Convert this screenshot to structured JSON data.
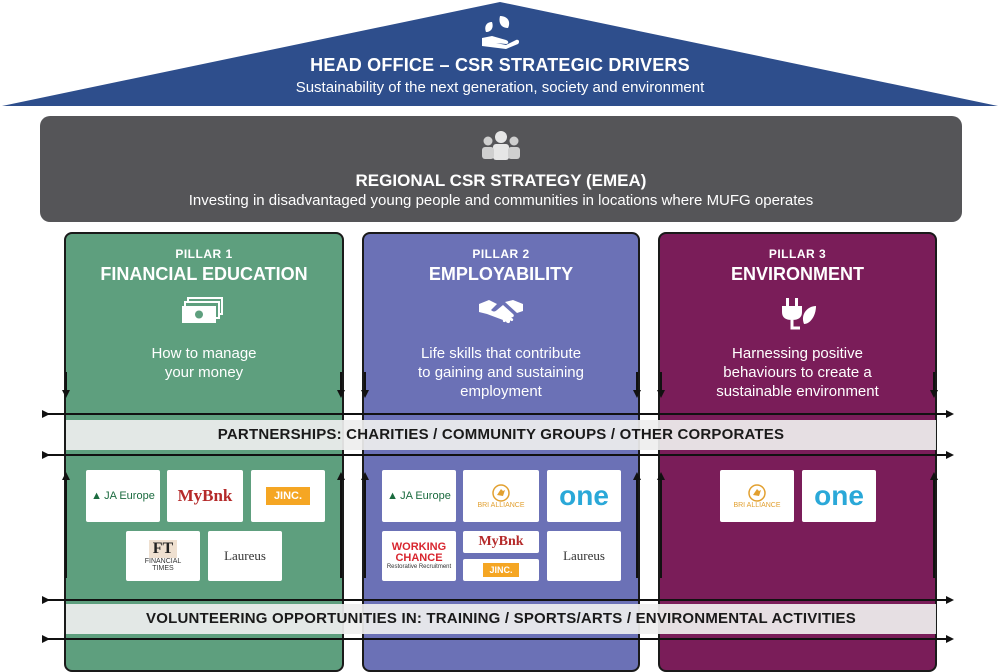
{
  "head_office": {
    "title": "HEAD OFFICE – CSR STRATEGIC DRIVERS",
    "subtitle": "Sustainability of the next generation, society and environment",
    "icon": "hand-leaf-icon"
  },
  "regional": {
    "title": "REGIONAL CSR STRATEGY (EMEA)",
    "subtitle": "Investing in disadvantaged young people and communities in locations where MUFG operates",
    "icon": "people-group-icon"
  },
  "pillars": [
    {
      "number": "PILLAR 1",
      "name": "FINANCIAL EDUCATION",
      "desc_line1": "How to manage",
      "desc_line2": "your money",
      "desc_line3": "",
      "icon": "money-stack-icon",
      "color": "#5e9f7e"
    },
    {
      "number": "PILLAR 2",
      "name": "EMPLOYABILITY",
      "desc_line1": "Life skills that contribute",
      "desc_line2": "to gaining and sustaining",
      "desc_line3": "employment",
      "icon": "handshake-icon",
      "color": "#6b71b6"
    },
    {
      "number": "PILLAR 3",
      "name": "ENVIRONMENT",
      "desc_line1": "Harnessing positive",
      "desc_line2": "behaviours to create a",
      "desc_line3": "sustainable environment",
      "icon": "plug-leaf-icon",
      "color": "#7a1d59"
    }
  ],
  "bands": {
    "partnerships": "PARTNERSHIPS: CHARITIES / COMMUNITY GROUPS / OTHER CORPORATES",
    "volunteering": "VOLUNTEERING OPPORTUNITIES IN: TRAINING / SPORTS/ARTS / ENVIRONMENTAL ACTIVITIES"
  },
  "logos": {
    "ja_europe": "JA Europe",
    "mybnk": "MyBnk",
    "jinc": "JINC.",
    "ft": "FT",
    "ft_sub1": "FINANCIAL",
    "ft_sub2": "TIMES",
    "laureus": "Laureus",
    "bri": "BRI ALLIANCE",
    "one": "one",
    "wc1": "WORKING",
    "wc2": "CHANCE",
    "wc3": "Restorative Recruitment"
  }
}
